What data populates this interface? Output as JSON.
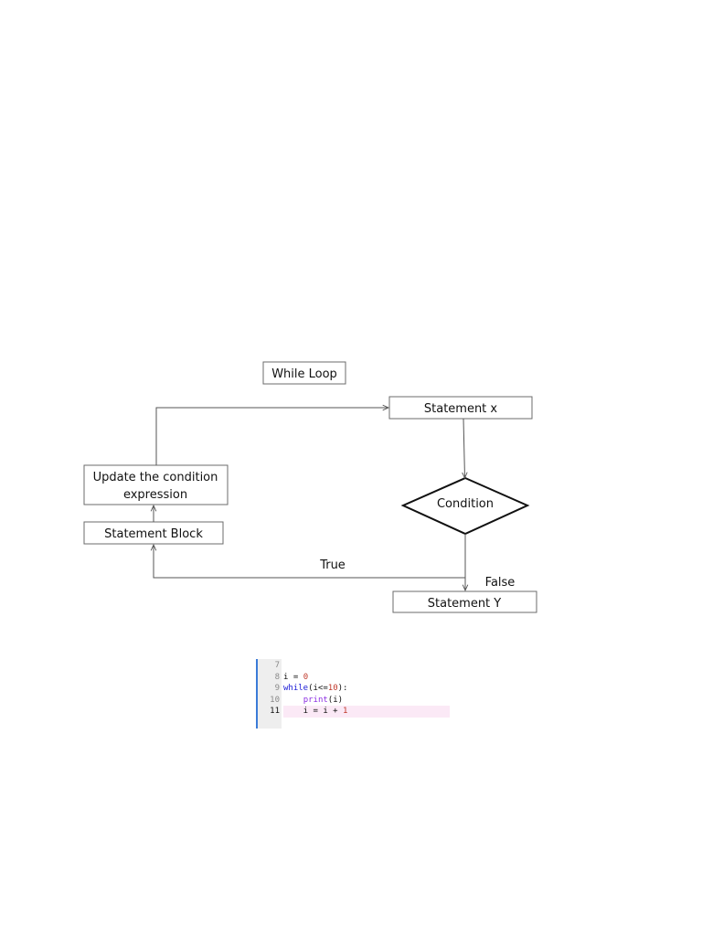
{
  "diagram": {
    "title": "While Loop",
    "nodes": {
      "statement_x": "Statement x",
      "condition": "Condition",
      "statement_y": "Statement Y",
      "statement_block": "Statement Block",
      "update_line1": "Update the condition",
      "update_line2": "expression"
    },
    "edge_labels": {
      "true": "True",
      "false": "False"
    }
  },
  "code": {
    "lines": [
      {
        "number": "7",
        "parts": [],
        "current": false
      },
      {
        "number": "8",
        "parts": [
          {
            "text": "i = ",
            "kind": "plain"
          },
          {
            "text": "0",
            "kind": "num"
          }
        ],
        "current": false
      },
      {
        "number": "9",
        "parts": [
          {
            "text": "while",
            "kind": "kw"
          },
          {
            "text": "(i<=",
            "kind": "plain"
          },
          {
            "text": "10",
            "kind": "num"
          },
          {
            "text": "):",
            "kind": "plain"
          }
        ],
        "current": false
      },
      {
        "number": "10",
        "parts": [
          {
            "text": "    ",
            "kind": "plain"
          },
          {
            "text": "print",
            "kind": "fn"
          },
          {
            "text": "(i)",
            "kind": "plain"
          }
        ],
        "current": false
      },
      {
        "number": "11",
        "parts": [
          {
            "text": "    i = i + ",
            "kind": "plain"
          },
          {
            "text": "1",
            "kind": "num"
          }
        ],
        "current": true
      }
    ],
    "colors": {
      "keyword": "#1a1ad6",
      "function": "#8a2be2",
      "number": "#c0392b",
      "current_line_bg": "#fbe9f6",
      "gutter_bg": "#eeeeee",
      "border": "#3b7bd8"
    }
  }
}
